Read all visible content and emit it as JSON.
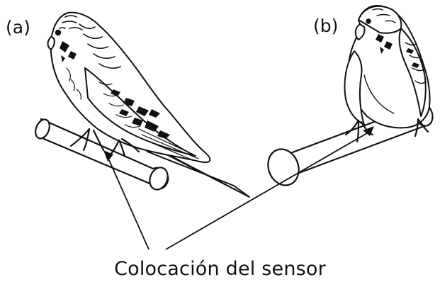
{
  "figure": {
    "panel_a_label": "(a)",
    "panel_b_label": "(b)",
    "caption": "Colocación del sensor"
  },
  "colors": {
    "ink": "#111111",
    "background": "#ffffff"
  }
}
